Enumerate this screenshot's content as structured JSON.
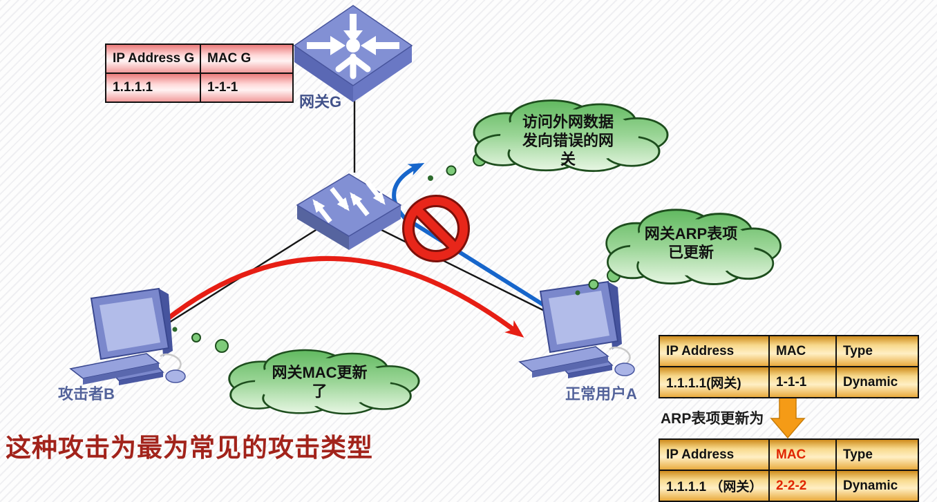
{
  "title": "这种攻击为最为常见的攻击类型",
  "nodes": {
    "gateway": {
      "label": "网关G"
    },
    "attacker": {
      "label": "攻击者B"
    },
    "user": {
      "label": "正常用户A"
    }
  },
  "clouds": {
    "wrong_gateway": {
      "lines": [
        "访问外网数据",
        "发向错误的网",
        "关"
      ]
    },
    "arp_updated": {
      "lines": [
        "网关ARP表项",
        "已更新"
      ]
    },
    "mac_updated": {
      "lines": [
        "网关MAC更新",
        "了"
      ]
    }
  },
  "gateway_table": {
    "headers": [
      "IP Address G",
      "MAC G"
    ],
    "rows": [
      [
        "1.1.1.1",
        "1-1-1"
      ]
    ]
  },
  "arp_table_before": {
    "headers": [
      "IP Address",
      "MAC",
      "Type"
    ],
    "rows": [
      [
        "1.1.1.1(网关)",
        "1-1-1",
        "Dynamic"
      ]
    ]
  },
  "arp_update_label": "ARP表项更新为",
  "arp_table_after": {
    "headers": [
      "IP Address",
      "MAC",
      "Type"
    ],
    "rows": [
      [
        "1.1.1.1 （网关）",
        "2-2-2",
        "Dynamic"
      ]
    ]
  },
  "icons": {
    "gateway": "router-icon",
    "switch": "switch-icon",
    "attacker": "computer-icon",
    "user": "computer-icon",
    "blocked": "prohibition-icon",
    "update": "orange-down-arrow-icon"
  },
  "colors": {
    "attack_arrow": "#e61e14",
    "normal_arrow": "#1766cb",
    "cloud_green_top": "#5fb85e",
    "cloud_green_bottom": "#e9f7e5",
    "table_pink": "#ea7a7a",
    "table_gold": "#e9ab3e",
    "highlight_red": "#e02500",
    "title_red": "#a2231b",
    "update_arrow_orange": "#f59b16"
  }
}
